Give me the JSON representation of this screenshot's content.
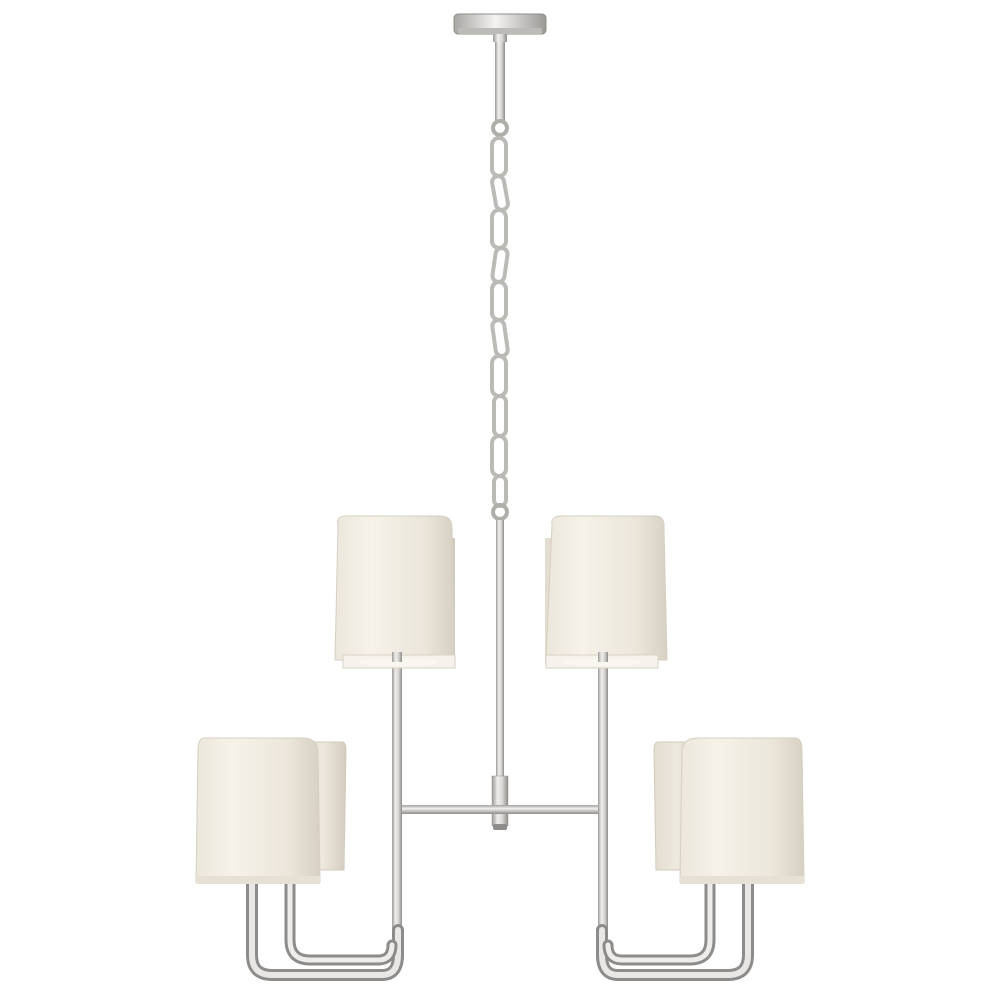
{
  "image": {
    "subject": "chandelier",
    "background_color": "#ffffff",
    "colors": {
      "metal_light": "#eceae7",
      "metal_mid": "#c8c6c3",
      "metal_dark": "#8e8c8a",
      "shade_light": "#f2eee6",
      "shade_mid": "#e6e1d6",
      "shade_dark": "#cfc8bb",
      "shade_inner": "#f7f3ea"
    },
    "parts": {
      "canopy": "ceiling-canopy",
      "chain_links": 10,
      "lamp_shades": 6,
      "arms": 6
    }
  }
}
